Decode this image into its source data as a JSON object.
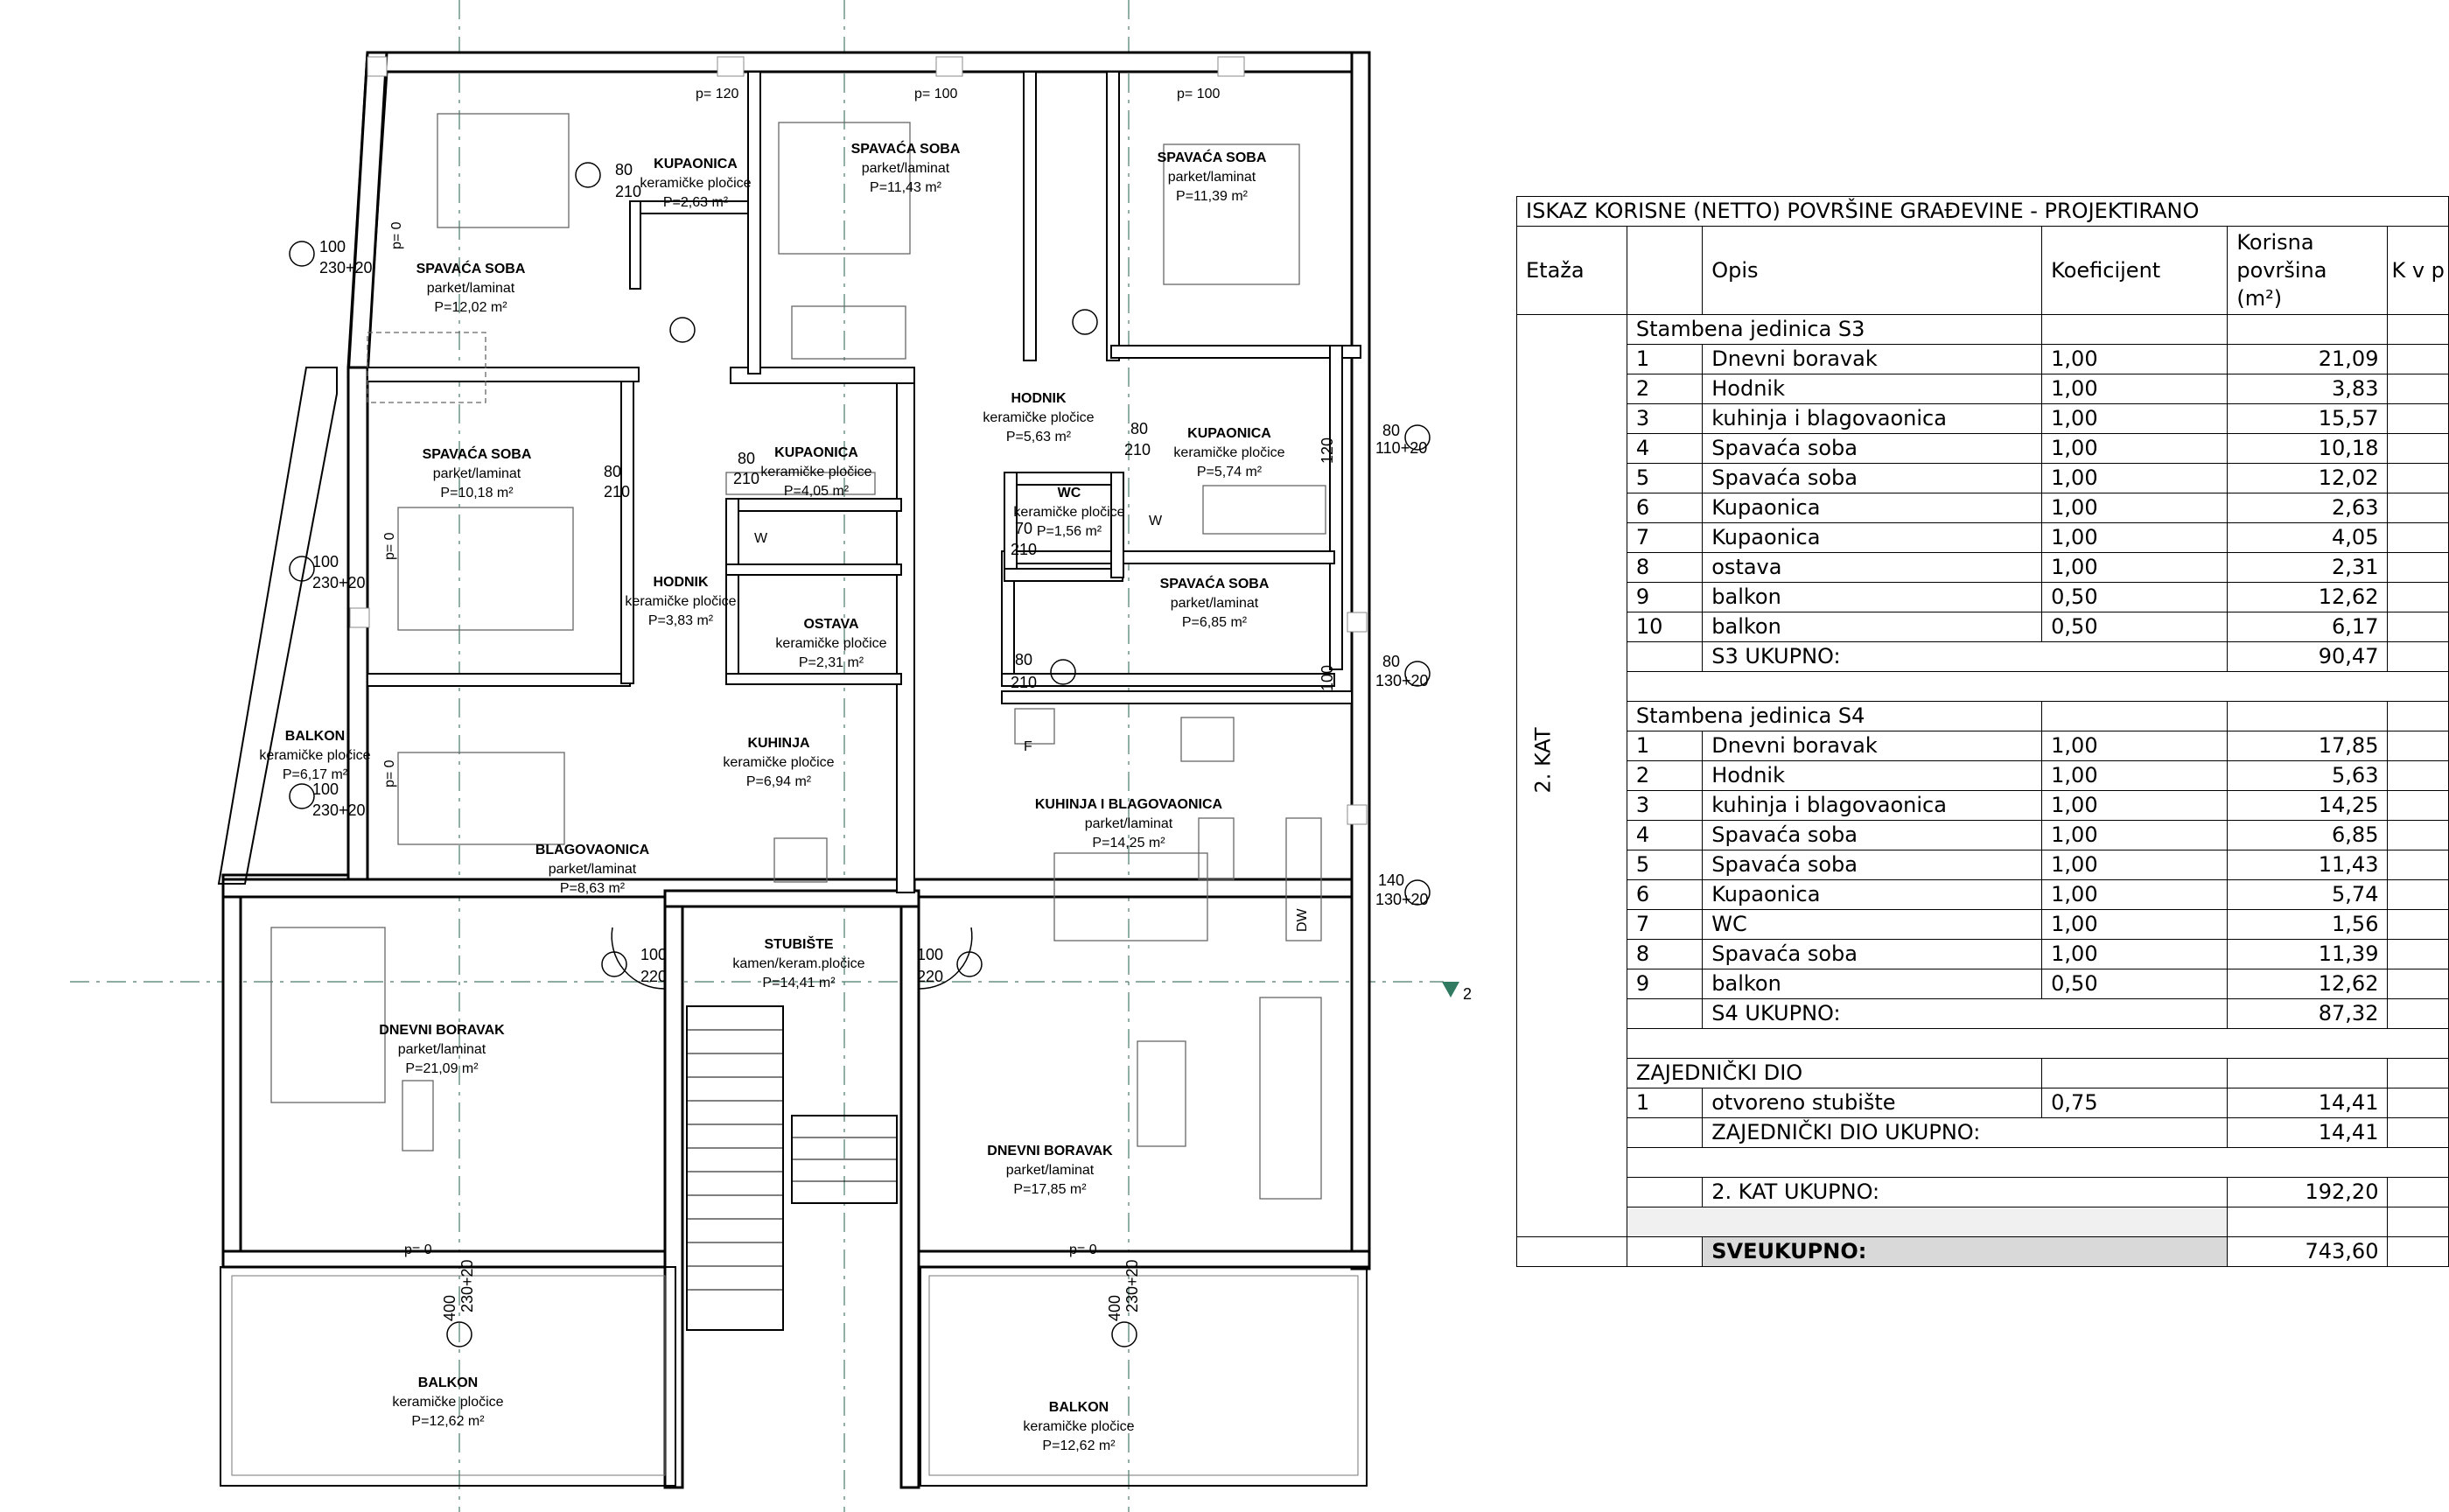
{
  "plan": {
    "rooms": [
      {
        "name": "SPAVAĆA SOBA",
        "finish": "parket/laminat",
        "area": "P=12,02 m²"
      },
      {
        "name": "KUPAONICA",
        "finish": "keramičke pločice",
        "area": "P=2,63 m²"
      },
      {
        "name": "SPAVAĆA SOBA",
        "finish": "parket/laminat",
        "area": "P=11,43 m²"
      },
      {
        "name": "SPAVAĆA SOBA",
        "finish": "parket/laminat",
        "area": "P=11,39 m²"
      },
      {
        "name": "SPAVAĆA SOBA",
        "finish": "parket/laminat",
        "area": "P=10,18 m²"
      },
      {
        "name": "KUPAONICA",
        "finish": "keramičke pločice",
        "area": "P=4,05 m²"
      },
      {
        "name": "HODNIK",
        "finish": "keramičke pločice",
        "area": "P=5,63 m²"
      },
      {
        "name": "KUPAONICA",
        "finish": "keramičke pločice",
        "area": "P=5,74 m²"
      },
      {
        "name": "WC",
        "finish": "keramičke pločice",
        "area": "P=1,56 m²"
      },
      {
        "name": "HODNIK",
        "finish": "keramičke pločice",
        "area": "P=3,83 m²"
      },
      {
        "name": "OSTAVA",
        "finish": "keramičke pločice",
        "area": "P=2,31 m²"
      },
      {
        "name": "SPAVAĆA SOBA",
        "finish": "parket/laminat",
        "area": "P=6,85 m²"
      },
      {
        "name": "BALKON",
        "finish": "keramičke pločice",
        "area": "P=6,17 m²"
      },
      {
        "name": "KUHINJA",
        "finish": "keramičke pločice",
        "area": "P=6,94 m²"
      },
      {
        "name": "KUHINJA I BLAGOVAONICA",
        "finish": "parket/laminat",
        "area": "P=14,25 m²"
      },
      {
        "name": "BLAGOVAONICA",
        "finish": "parket/laminat",
        "area": "P=8,63 m²"
      },
      {
        "name": "STUBIŠTE",
        "finish": "kamen/keram.pločice",
        "area": "P=14,41 m²"
      },
      {
        "name": "DNEVNI BORAVAK",
        "finish": "parket/laminat",
        "area": "P=21,09 m²"
      },
      {
        "name": "DNEVNI BORAVAK",
        "finish": "parket/laminat",
        "area": "P=17,85 m²"
      },
      {
        "name": "BALKON",
        "finish": "keramičke pločice",
        "area": "P=12,62 m²"
      },
      {
        "name": "BALKON",
        "finish": "keramičke pločice",
        "area": "P=12,62 m²"
      }
    ],
    "labels": {
      "p120": "p= 120",
      "p100a": "p= 100",
      "p100b": "p= 100",
      "p0a": "p= 0",
      "p0b": "p= 0",
      "p0c": "p= 0",
      "p0d": "p= 0",
      "p0e": "p= 0",
      "d80": "80",
      "d210": "210",
      "d100": "100",
      "d220": "220",
      "d70": "70",
      "d120": "120",
      "d230": "230+20",
      "d110": "110+20",
      "d130": "130+20",
      "d140": "140",
      "d400": "400",
      "w": "W",
      "f": "F",
      "dw": "DW",
      "section": "2"
    }
  },
  "table": {
    "title": "ISKAZ KORISNE (NETTO) POVRŠINE GRAĐEVINE - PROJEKTIRANO",
    "headers": {
      "etaza": "Etaža",
      "opis": "Opis",
      "koef": "Koeficijent",
      "korisna": "Korisna površina (m²)",
      "extra": "K v p"
    },
    "floor": "2. KAT",
    "s3_title": "Stambena jedinica S3",
    "s3": [
      {
        "n": "1",
        "opis": "Dnevni boravak",
        "k": "1,00",
        "p": "21,09"
      },
      {
        "n": "2",
        "opis": "Hodnik",
        "k": "1,00",
        "p": "3,83"
      },
      {
        "n": "3",
        "opis": "kuhinja  i blagovaonica",
        "k": "1,00",
        "p": "15,57"
      },
      {
        "n": "4",
        "opis": "Spavaća soba",
        "k": "1,00",
        "p": "10,18"
      },
      {
        "n": "5",
        "opis": "Spavaća soba",
        "k": "1,00",
        "p": "12,02"
      },
      {
        "n": "6",
        "opis": "Kupaonica",
        "k": "1,00",
        "p": "2,63"
      },
      {
        "n": "7",
        "opis": "Kupaonica",
        "k": "1,00",
        "p": "4,05"
      },
      {
        "n": "8",
        "opis": "ostava",
        "k": "1,00",
        "p": "2,31"
      },
      {
        "n": "9",
        "opis": "balkon",
        "k": "0,50",
        "p": "12,62"
      },
      {
        "n": "10",
        "opis": "balkon",
        "k": "0,50",
        "p": "6,17"
      }
    ],
    "s3_total_label": "S3 UKUPNO:",
    "s3_total": "90,47",
    "s4_title": "Stambena jedinica S4",
    "s4": [
      {
        "n": "1",
        "opis": "Dnevni boravak",
        "k": "1,00",
        "p": "17,85"
      },
      {
        "n": "2",
        "opis": "Hodnik",
        "k": "1,00",
        "p": "5,63"
      },
      {
        "n": "3",
        "opis": "kuhinja  i blagovaonica",
        "k": "1,00",
        "p": "14,25"
      },
      {
        "n": "4",
        "opis": "Spavaća soba",
        "k": "1,00",
        "p": "6,85"
      },
      {
        "n": "5",
        "opis": "Spavaća soba",
        "k": "1,00",
        "p": "11,43"
      },
      {
        "n": "6",
        "opis": "Kupaonica",
        "k": "1,00",
        "p": "5,74"
      },
      {
        "n": "7",
        "opis": "WC",
        "k": "1,00",
        "p": "1,56"
      },
      {
        "n": "8",
        "opis": "Spavaća soba",
        "k": "1,00",
        "p": "11,39"
      },
      {
        "n": "9",
        "opis": "balkon",
        "k": "0,50",
        "p": "12,62"
      }
    ],
    "s4_total_label": "S4 UKUPNO:",
    "s4_total": "87,32",
    "zd_title": "ZAJEDNIČKI DIO",
    "zd": [
      {
        "n": "1",
        "opis": "otvoreno stubište",
        "k": "0,75",
        "p": "14,41"
      }
    ],
    "zd_total_label": "ZAJEDNIČKI DIO UKUPNO:",
    "zd_total": "14,41",
    "kat_total_label": "2. KAT UKUPNO:",
    "kat_total": "192,20",
    "grand_label": "SVEUKUPNO:",
    "grand_total": "743,60"
  }
}
